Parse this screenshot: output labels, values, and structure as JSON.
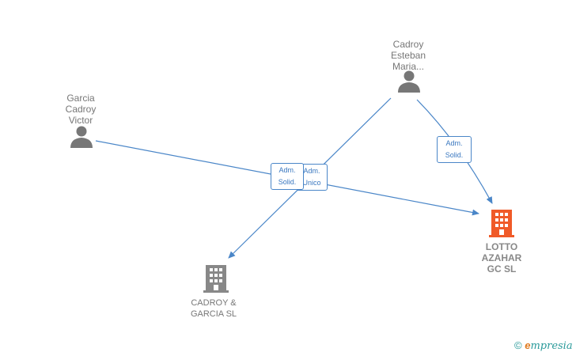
{
  "persons": [
    {
      "id": "garcia",
      "lines": [
        "Garcia",
        "Cadroy",
        "Victor"
      ]
    },
    {
      "id": "cadroy",
      "lines": [
        "Cadroy",
        "Esteban",
        "Maria..."
      ]
    }
  ],
  "companies": [
    {
      "id": "lotto",
      "lines": [
        "LOTTO",
        "AZAHAR",
        "GC  SL"
      ],
      "color": "#f05a28"
    },
    {
      "id": "cadroy-garcia",
      "lines": [
        "CADROY &",
        "GARCIA SL"
      ],
      "color": "#888888"
    }
  ],
  "edges": [
    {
      "from": "garcia",
      "to": "lotto",
      "label": [
        "Adm.",
        "Solid."
      ]
    },
    {
      "from": "cadroy",
      "to": "cadroy-garcia",
      "label": [
        "Adm.",
        "Unico"
      ]
    },
    {
      "from": "cadroy",
      "to": "lotto",
      "label": [
        "Adm.",
        "Solid."
      ]
    }
  ],
  "colors": {
    "edge": "#4a86c8",
    "person": "#777777",
    "company_default": "#888888",
    "company_highlight": "#f05a28"
  },
  "brand": {
    "copyright": "©",
    "initial": "e",
    "rest": "mpresia"
  }
}
